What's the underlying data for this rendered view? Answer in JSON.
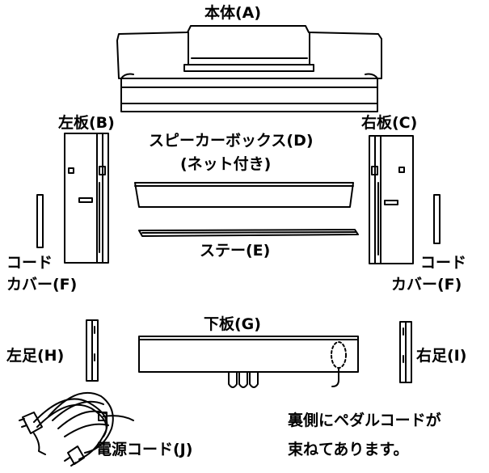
{
  "labels": {
    "body": "本体(A)",
    "left_panel": "左板(B)",
    "right_panel": "右板(C)",
    "speaker_box": "スピーカーボックス(D)",
    "speaker_box_note": "(ネット付き)",
    "stay": "ステー(E)",
    "cord_cover_left_line1": "コード",
    "cord_cover_left_line2": "カバー(F)",
    "cord_cover_right_line1": "コード",
    "cord_cover_right_line2": "カバー(F)",
    "bottom_board": "下板(G)",
    "left_foot": "左足(H)",
    "right_foot": "右足(I)",
    "pedal_note_line1": "裏側にペダルコードが",
    "pedal_note_line2": "束ねてあります。",
    "power_cord": "電源コード(J)"
  },
  "colors": {
    "line": "#000000",
    "background": "#ffffff"
  }
}
